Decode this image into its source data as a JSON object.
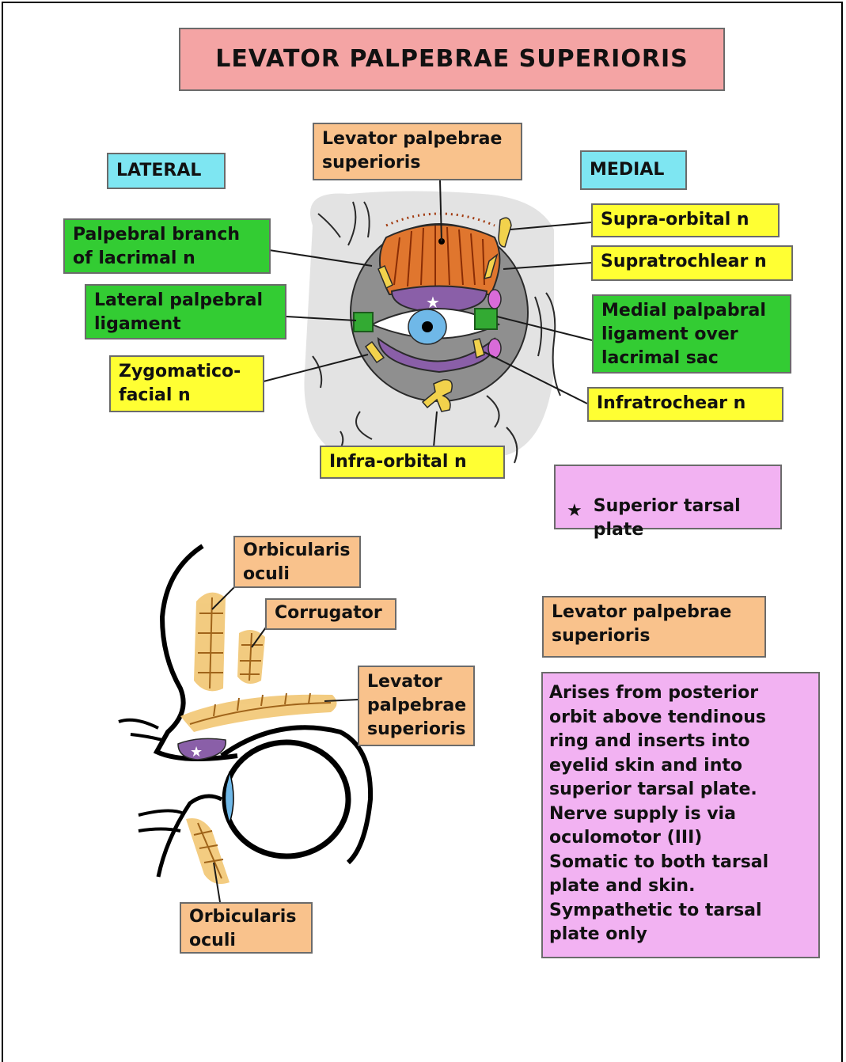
{
  "colors": {
    "title_bg": "#f4a4a4",
    "side_bg": "#7ee6f2",
    "green_bg": "#33cc33",
    "yellow_bg": "#ffff33",
    "tan_bg": "#f9c28c",
    "pink_bg": "#f2b2f2",
    "orbit_grey": "#8f8f8f",
    "muscle_orange": "#e0762e",
    "tarsal_purple": "#8a5fa8",
    "iris_blue": "#6fb8e8",
    "nerve_yellow": "#f2d24c"
  },
  "title": "LEVATOR PALPEBRAE SUPERIORIS",
  "top_diagram": {
    "lateral": "LATERAL",
    "medial": "MEDIAL",
    "labels": {
      "levator": "Levator palpebrae\nsuperioris",
      "palpebral_branch": "Palpebral branch\nof lacrimal n",
      "lateral_ligament": "Lateral palpebral\nligament",
      "zygomaticofacial": "Zygomatico-\nfacial n",
      "supraorbital": "Supra-orbital n",
      "supratrochlear": "Supratrochlear n",
      "medial_ligament": "Medial palpabral\nligament over\nlacrimal sac",
      "infratrochlear": "Infratrochear n",
      "infraorbital": "Infra-orbital n"
    }
  },
  "legend": {
    "symbol": "★",
    "text": "Superior tarsal\nplate"
  },
  "side_diagram": {
    "labels": {
      "orbicularis_top": "Orbicularis\noculi",
      "corrugator": "Corrugator",
      "levator": "Levator\npalpebrae\nsuperioris",
      "orbicularis_bottom": "Orbicularis\noculi"
    }
  },
  "info": {
    "heading": "Levator palpebrae\nsuperioris",
    "description": "Arises from posterior\norbit above tendinous\nring and inserts into\neyelid skin and into\nsuperior tarsal plate.\nNerve supply is via\noculomotor (III)\nSomatic to both tarsal\nplate and skin.\nSympathetic to tarsal\nplate only"
  }
}
